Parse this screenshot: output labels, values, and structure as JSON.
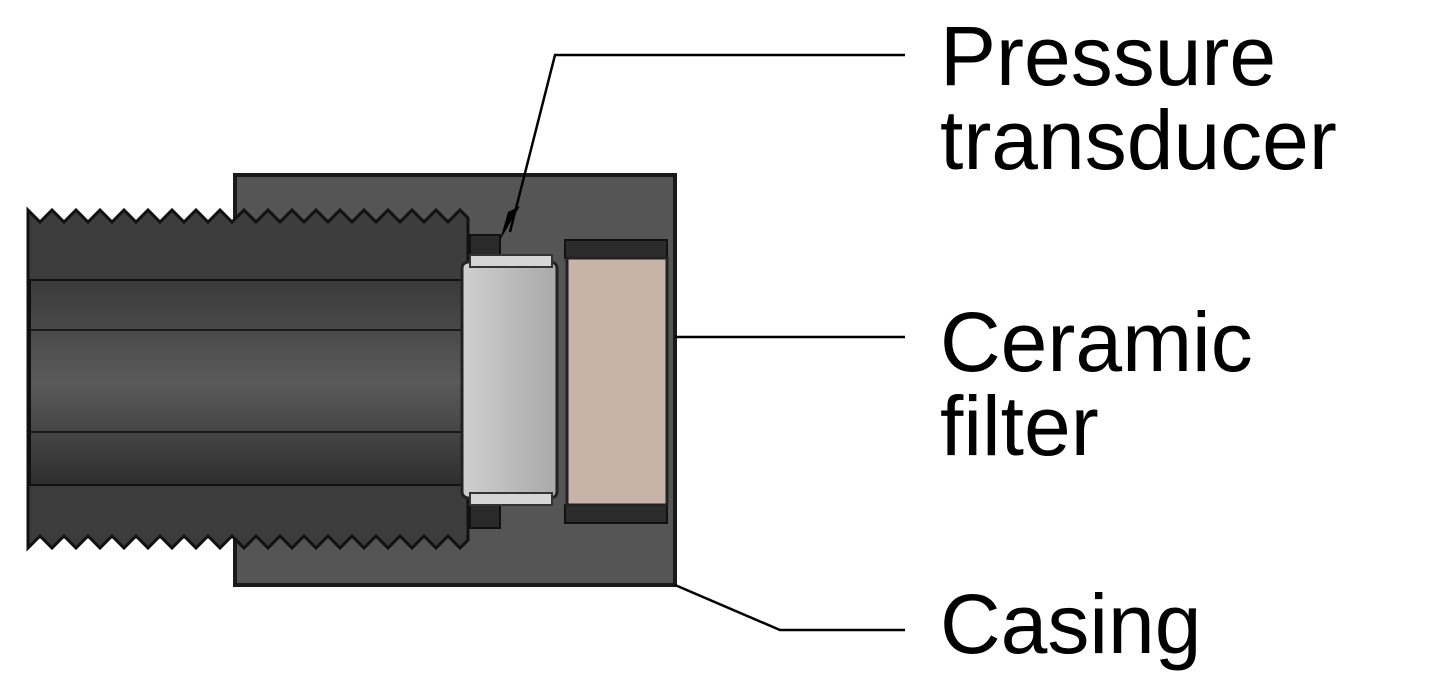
{
  "labels": {
    "pressure_transducer": {
      "line1": "Pressure",
      "line2": "transducer"
    },
    "ceramic_filter": {
      "line1": "Ceramic",
      "line2": "filter"
    },
    "casing": {
      "line1": "Casing"
    }
  },
  "colors": {
    "casing": "#555555",
    "casing_outline": "#1a1a1a",
    "threaded_fitting": "#3c3c3c",
    "bore": "#2a2a2a",
    "transducer": "#bdbdbd",
    "ceramic_filter": "#c7b3a8",
    "leader_lines": "#000000"
  }
}
